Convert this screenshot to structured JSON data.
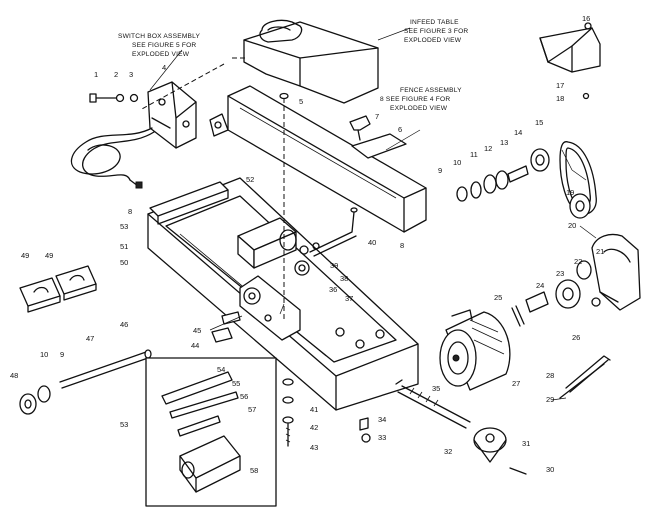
{
  "notes": {
    "infeed": [
      "INFEED TABLE",
      "SEE FIGURE 3 FOR",
      "EXPLODED VIEW"
    ],
    "switch": [
      "SWITCH BOX ASSEMBLY",
      "SEE FIGURE 5 FOR",
      "EXPLODED VIEW"
    ],
    "fence": [
      "FENCE ASSEMBLY",
      "8 SEE FIGURE 4 FOR",
      "EXPLODED VIEW"
    ]
  },
  "labels": [
    "1",
    "2",
    "3",
    "4",
    "5",
    "6",
    "7",
    "8",
    "9",
    "10",
    "11",
    "12",
    "13",
    "14",
    "15",
    "16",
    "17",
    "18",
    "19",
    "20",
    "21",
    "22",
    "23",
    "24",
    "25",
    "26",
    "27",
    "28",
    "29",
    "30",
    "31",
    "32",
    "33",
    "34",
    "35",
    "36",
    "37",
    "38",
    "39",
    "40",
    "41",
    "42",
    "43",
    "44",
    "45",
    "46",
    "47",
    "48",
    "49",
    "49",
    "50",
    "51",
    "52",
    "53",
    "53",
    "54",
    "55",
    "56",
    "57",
    "58",
    "10",
    "9",
    "8"
  ]
}
